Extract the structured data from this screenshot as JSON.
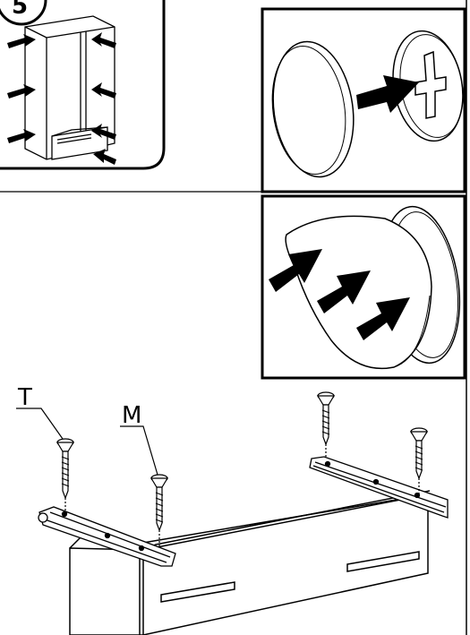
{
  "step": {
    "number": "5"
  },
  "labels": {
    "screw_t": "T",
    "screw_m": "M"
  },
  "colors": {
    "line": "#000000",
    "background": "#ffffff",
    "fill_light": "#f2f2f2",
    "fill_mid": "#d9d9d9"
  },
  "icons": {
    "arrow": "filled-arrow-icon",
    "screw": "screw-icon",
    "cap": "cover-cap-icon"
  }
}
